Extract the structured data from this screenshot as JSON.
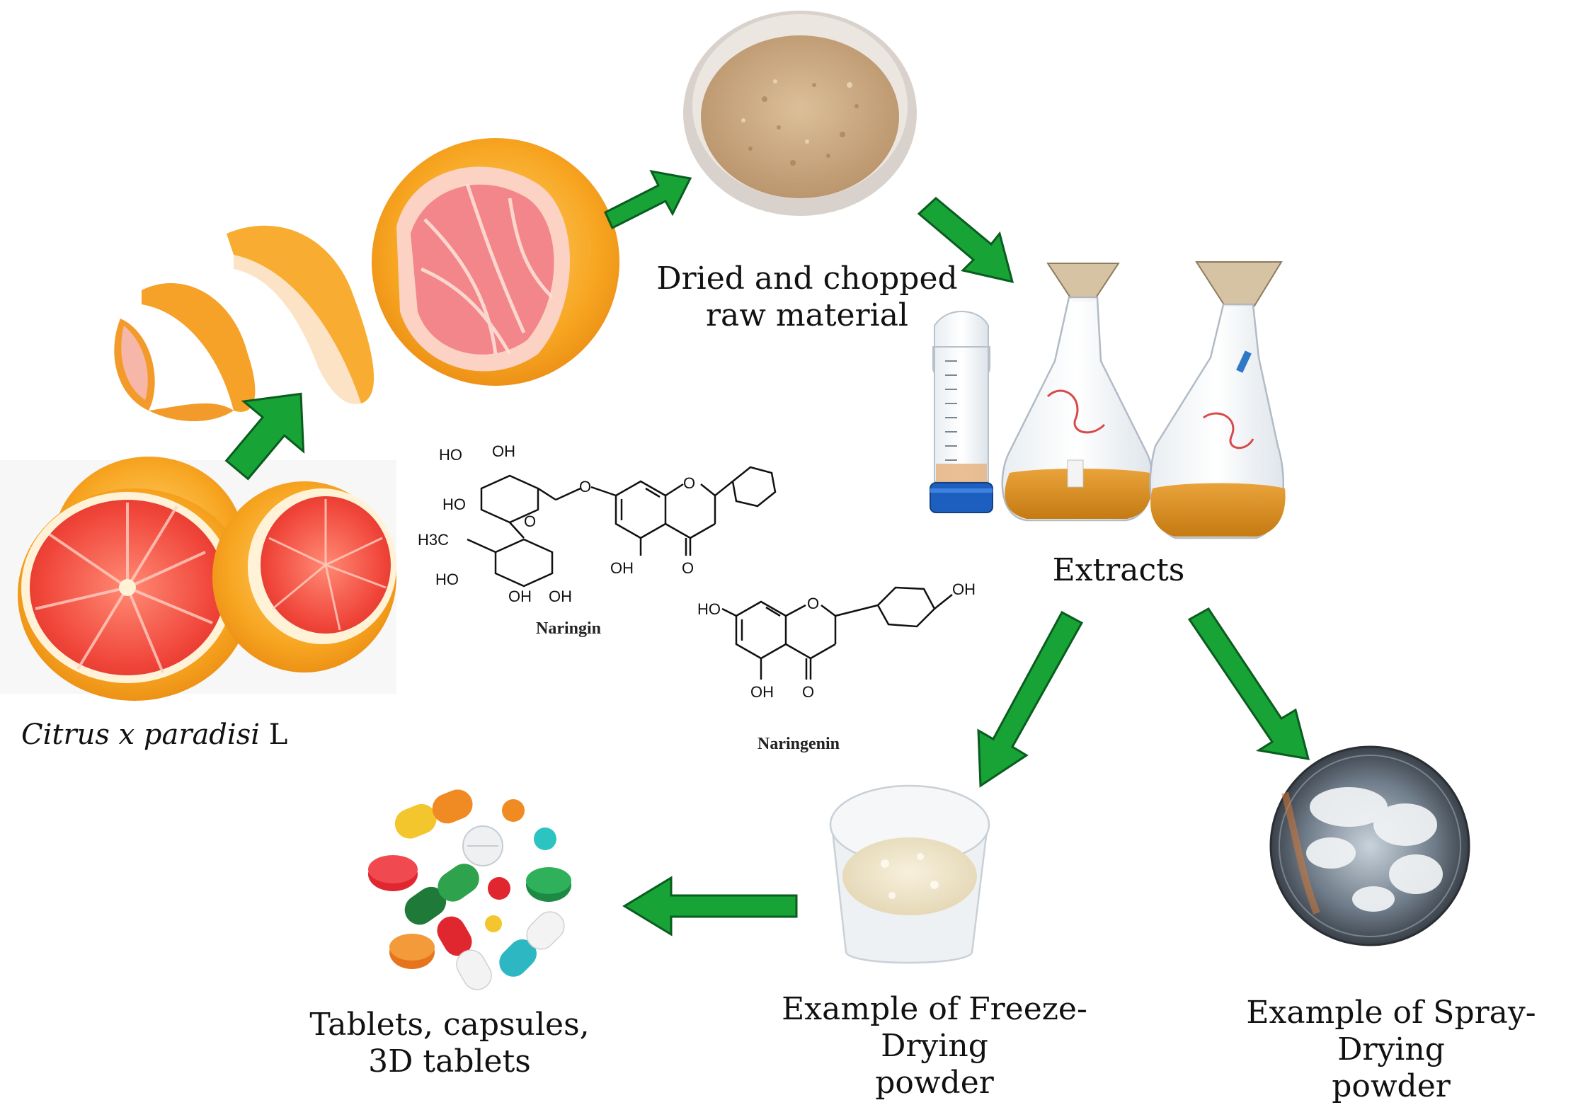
{
  "labels": {
    "species_italic": "Citrus x paradisi",
    "species_suffix": "L",
    "raw_material_line1": "Dried and chopped",
    "raw_material_line2": "raw material",
    "extracts": "Extracts",
    "freeze_line1": "Example of Freeze-Drying",
    "freeze_line2": "powder",
    "spray_line1": "Example of Spray-Drying",
    "spray_line2": "powder",
    "tablets_line1": "Tablets, capsules,",
    "tablets_line2": "3D tablets"
  },
  "molecules": {
    "naringin": "Naringin",
    "naringenin": "Naringenin",
    "atoms": {
      "HO": "HO",
      "OH": "OH",
      "H3C": "H3C",
      "O": "O"
    }
  },
  "colors": {
    "arrow_fill": "#18a336",
    "arrow_stroke": "#0a5c1f",
    "grapefruit_peel": "#f5a021",
    "grapefruit_flesh": "#f04a3c",
    "powder_tan": "#c9a57a",
    "extract_amber": "#d88f1e"
  },
  "icons": [
    "grapefruit-halves-icon",
    "grapefruit-spiral-peel-icon",
    "powder-bowl-icon",
    "falcon-tube-icon",
    "erlenmeyer-flask-icon",
    "freeze-dried-powder-cup-icon",
    "spray-dried-powder-dish-icon",
    "pills-capsules-icon"
  ]
}
